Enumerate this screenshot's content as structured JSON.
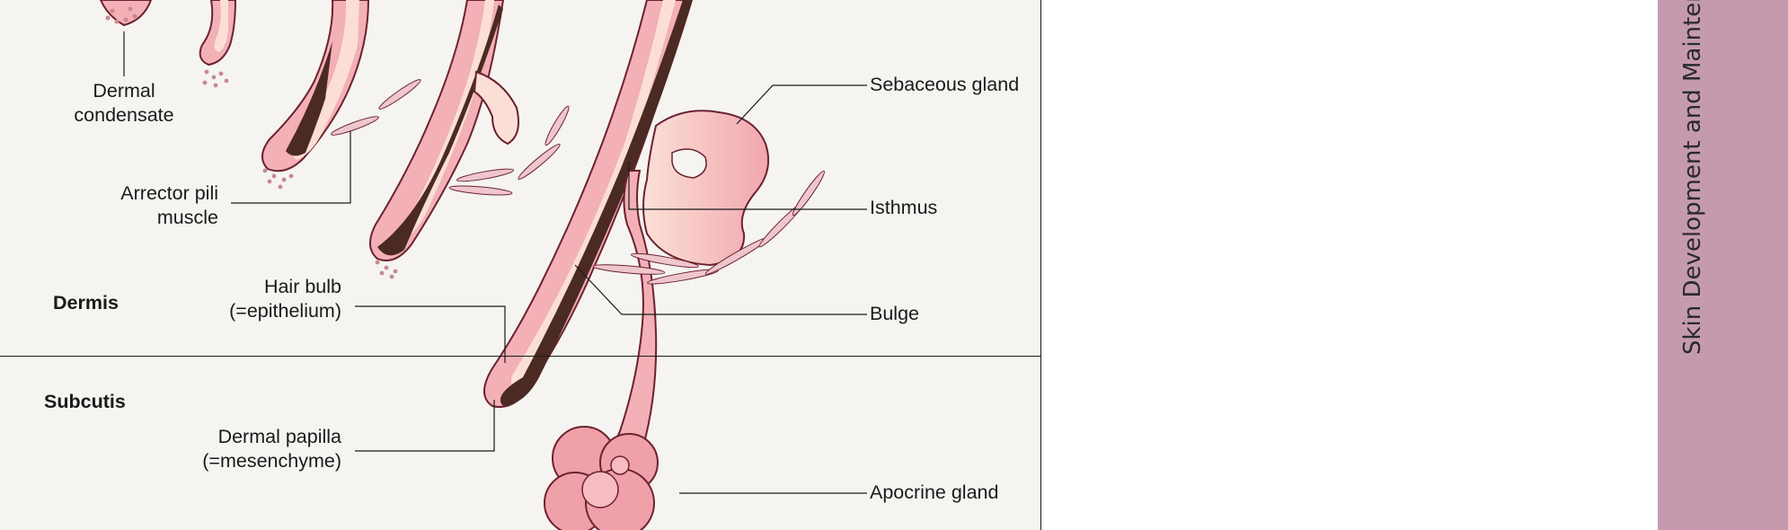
{
  "figure": {
    "layers": {
      "dermis": "Dermis",
      "subcutis": "Subcutis"
    },
    "labels": {
      "dermal_condensate": [
        "Dermal",
        "condensate"
      ],
      "arrector_pili": [
        "Arrector pili",
        "muscle"
      ],
      "hair_bulb": [
        "Hair bulb",
        "(=epithelium)"
      ],
      "dermal_papilla": [
        "Dermal papilla",
        "(=mesenchyme)"
      ],
      "sebaceous_gland": "Sebaceous gland",
      "isthmus": "Isthmus",
      "bulge": "Bulge",
      "apocrine_gland": "Apocrine gland"
    },
    "colors": {
      "epithelium": "#f2a9b0",
      "epithelium_light": "#fbdfd6",
      "outline": "#6b2230",
      "hair": "#4a2a22",
      "background": "#f5f4f1"
    }
  },
  "sidebar": {
    "title": "Skin Development and Maintenance",
    "color": "#c59aaf"
  }
}
